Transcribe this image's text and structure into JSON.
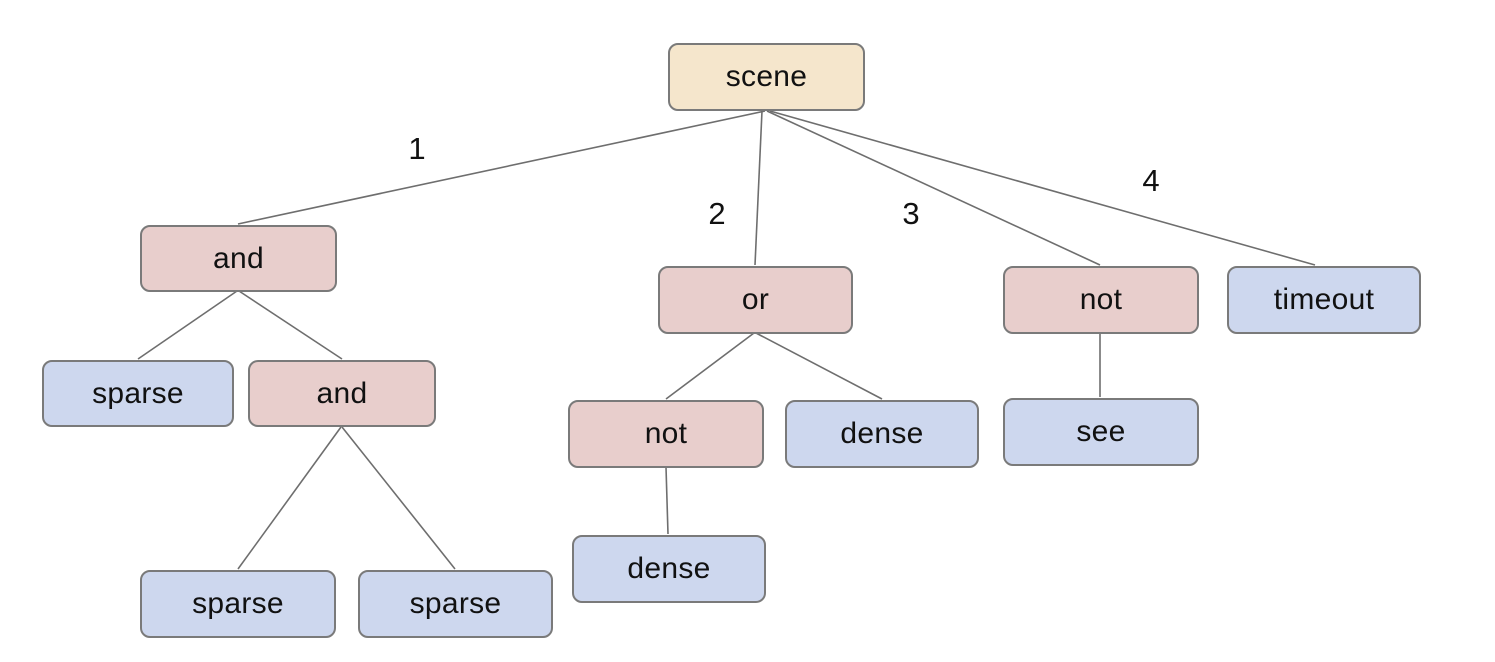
{
  "diagram": {
    "type": "tree",
    "colors": {
      "root_fill": "#f5e6cc",
      "operator_fill": "#e8cecc",
      "leaf_fill": "#cdd7ee",
      "node_border": "#7a7a7a",
      "edge_color": "#6e6e6e",
      "text_color": "#111111",
      "background": "#ffffff"
    },
    "nodes": {
      "scene": {
        "label": "scene",
        "kind": "root"
      },
      "and1": {
        "label": "and",
        "kind": "operator"
      },
      "sparse1": {
        "label": "sparse",
        "kind": "leaf"
      },
      "and2": {
        "label": "and",
        "kind": "operator"
      },
      "sparse2": {
        "label": "sparse",
        "kind": "leaf"
      },
      "sparse3": {
        "label": "sparse",
        "kind": "leaf"
      },
      "or1": {
        "label": "or",
        "kind": "operator"
      },
      "not1": {
        "label": "not",
        "kind": "operator"
      },
      "dense1": {
        "label": "dense",
        "kind": "leaf"
      },
      "dense2": {
        "label": "dense",
        "kind": "leaf"
      },
      "not2": {
        "label": "not",
        "kind": "operator"
      },
      "see": {
        "label": "see",
        "kind": "leaf"
      },
      "timeout": {
        "label": "timeout",
        "kind": "leaf"
      }
    },
    "edges": [
      {
        "from": "scene",
        "to": "and1",
        "label": "1"
      },
      {
        "from": "scene",
        "to": "or1",
        "label": "2"
      },
      {
        "from": "scene",
        "to": "not2",
        "label": "3"
      },
      {
        "from": "scene",
        "to": "timeout",
        "label": "4"
      },
      {
        "from": "and1",
        "to": "sparse1",
        "label": ""
      },
      {
        "from": "and1",
        "to": "and2",
        "label": ""
      },
      {
        "from": "and2",
        "to": "sparse2",
        "label": ""
      },
      {
        "from": "and2",
        "to": "sparse3",
        "label": ""
      },
      {
        "from": "or1",
        "to": "not1",
        "label": ""
      },
      {
        "from": "or1",
        "to": "dense1",
        "label": ""
      },
      {
        "from": "not1",
        "to": "dense2",
        "label": ""
      },
      {
        "from": "not2",
        "to": "see",
        "label": ""
      }
    ]
  }
}
